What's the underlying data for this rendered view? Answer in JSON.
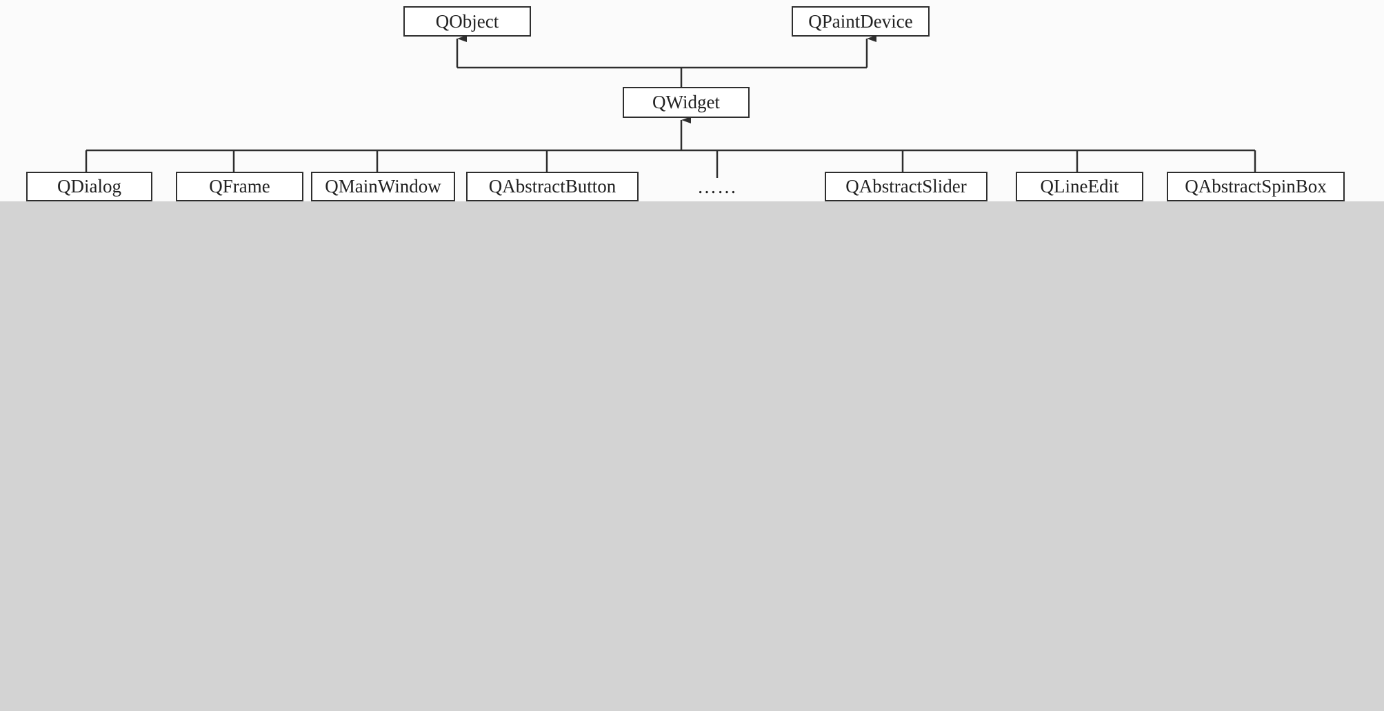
{
  "diagram": {
    "nodes": {
      "qobject": "QObject",
      "qpaintdevice": "QPaintDevice",
      "qwidget": "QWidget",
      "qdialog": "QDialog",
      "qframe": "QFrame",
      "qmainwindow": "QMainWindow",
      "qabstractbutton": "QAbstractButton",
      "ellipsis": "……",
      "qabstractslider": "QAbstractSlider",
      "qlineedit": "QLineEdit",
      "qabstractspinbox": "QAbstractSpinBox"
    },
    "colors": {
      "line": "#2e2e2e",
      "box_border": "#2e2e2e",
      "text": "#222222",
      "background": "#fbfbfb",
      "mask": "#d3d3d3"
    }
  }
}
